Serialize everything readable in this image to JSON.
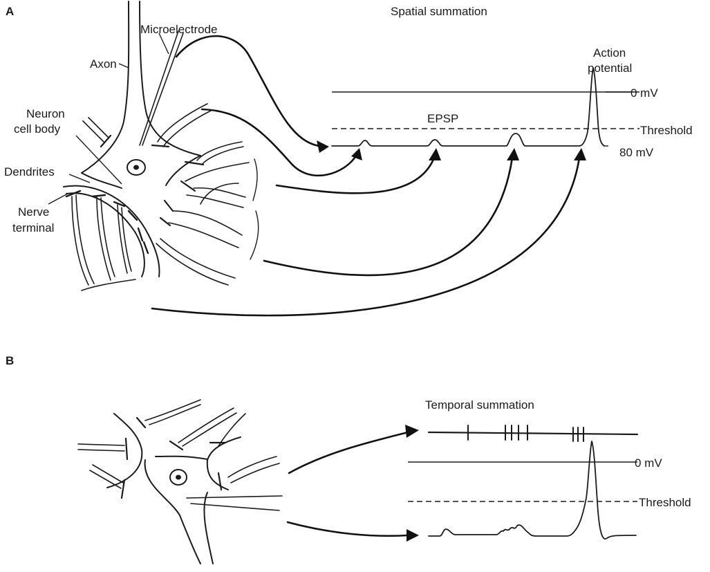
{
  "panel_a": {
    "letter": "A",
    "title": "Spatial summation",
    "labels": {
      "axon": "Axon",
      "microelectrode": "Microelectrode",
      "neuron_cell_body_1": "Neuron",
      "neuron_cell_body_2": "cell body",
      "dendrites": "Dendrites",
      "nerve_terminal_1": "Nerve",
      "nerve_terminal_2": "terminal",
      "action_potential_1": "Action",
      "action_potential_2": "potential",
      "zero_mv": "0 mV",
      "threshold": "Threshold",
      "rest_mv": "80 mV",
      "epsp": "EPSP"
    }
  },
  "panel_b": {
    "letter": "B",
    "title": "Temporal summation",
    "labels": {
      "zero_mv": "0 mV",
      "threshold": "Threshold"
    }
  }
}
